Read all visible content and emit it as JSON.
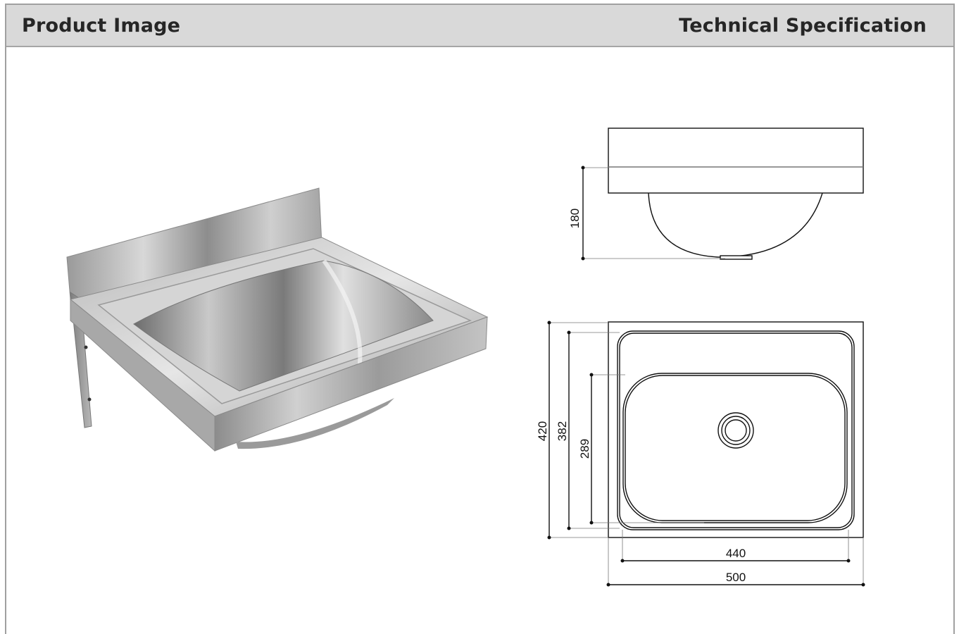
{
  "header": {
    "left_title": "Product Image",
    "right_title": "Technical Specification"
  },
  "drawing": {
    "side_height": "180",
    "plan_outer_depth": "420",
    "plan_inner_depth": "382",
    "bowl_depth": "289",
    "inner_width": "440",
    "outer_width": "500"
  }
}
